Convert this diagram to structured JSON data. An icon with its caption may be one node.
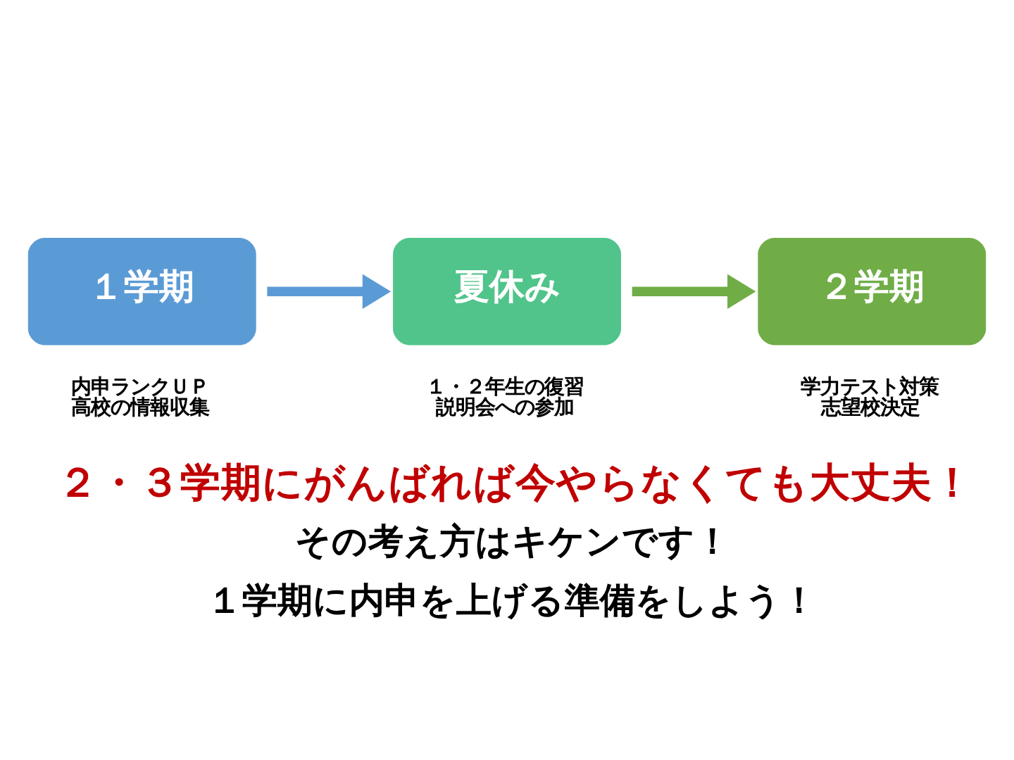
{
  "diagram": {
    "nodes": [
      {
        "text": [
          "１学期"
        ],
        "beside": [
          "内申ランクＵＰ",
          "高校の情報収集"
        ]
      },
      {
        "text": [
          "夏休み"
        ],
        "beside": [
          "１・２年生の復習",
          "説明会への参加"
        ]
      },
      {
        "text": [
          "２学期"
        ],
        "beside": [
          "学力テスト対策",
          "志望校決定"
        ]
      }
    ],
    "edges": [
      {
        "from": 0,
        "to": 1,
        "arrow": "to",
        "color": "#5b9bd5"
      },
      {
        "from": 1,
        "to": 2,
        "arrow": "to",
        "color": "#70ad47"
      }
    ],
    "labels": [
      "２・３学期にがんばれば今やらなくても大丈夫！",
      "その考え方はキケンです！",
      "１学期に内申を上げる準備をしよう！"
    ]
  }
}
